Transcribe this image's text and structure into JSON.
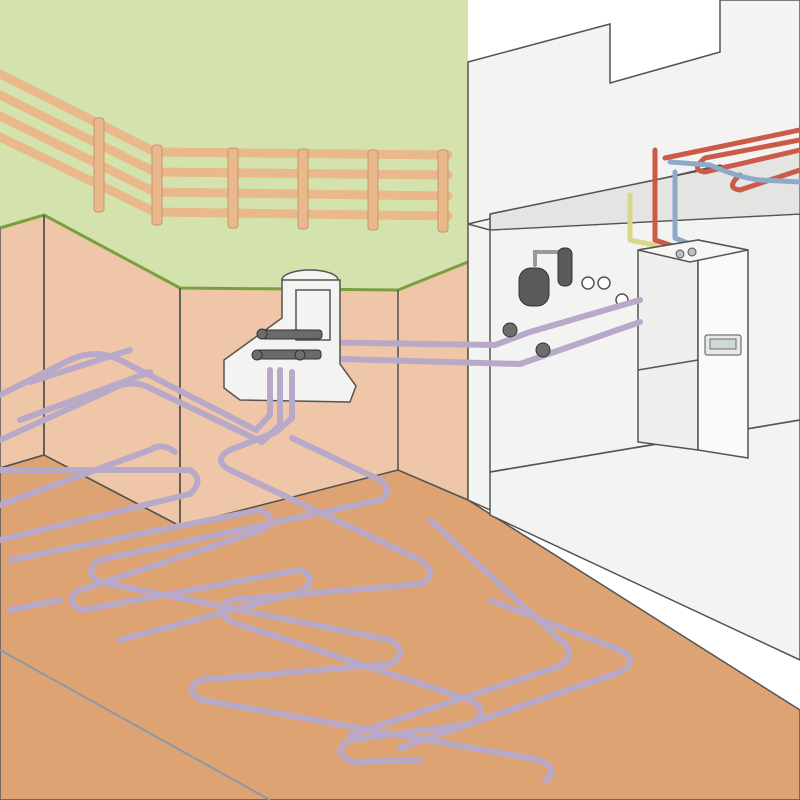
{
  "colors": {
    "lawn": "#d4e3ad",
    "lawn_edge": "#78a03e",
    "soil_wall": "#efc6a8",
    "soil_floor": "#dda373",
    "house": "#f3f3f1",
    "outline": "#545454",
    "fence": "#e9b98b",
    "collector_pipe": "#b8a9c9",
    "supply_red": "#cc5a48",
    "return_blue": "#8daac8",
    "yellow_pipe": "#d7d889",
    "ground_line": "#8b98ab"
  },
  "scene": {
    "components": [
      {
        "id": "ground-collector",
        "icon": "serpentine-pipe-loops"
      },
      {
        "id": "manifold-shaft",
        "icon": "manifold-with-valves"
      },
      {
        "id": "brine-lines",
        "icon": "pipe-pair"
      },
      {
        "id": "heat-pump",
        "icon": "heat-pump-cabinet"
      },
      {
        "id": "expansion-vessel",
        "icon": "vessel"
      },
      {
        "id": "underfloor-heating",
        "icon": "floor-heating-loops"
      },
      {
        "id": "fence",
        "icon": "wooden-fence"
      }
    ]
  }
}
